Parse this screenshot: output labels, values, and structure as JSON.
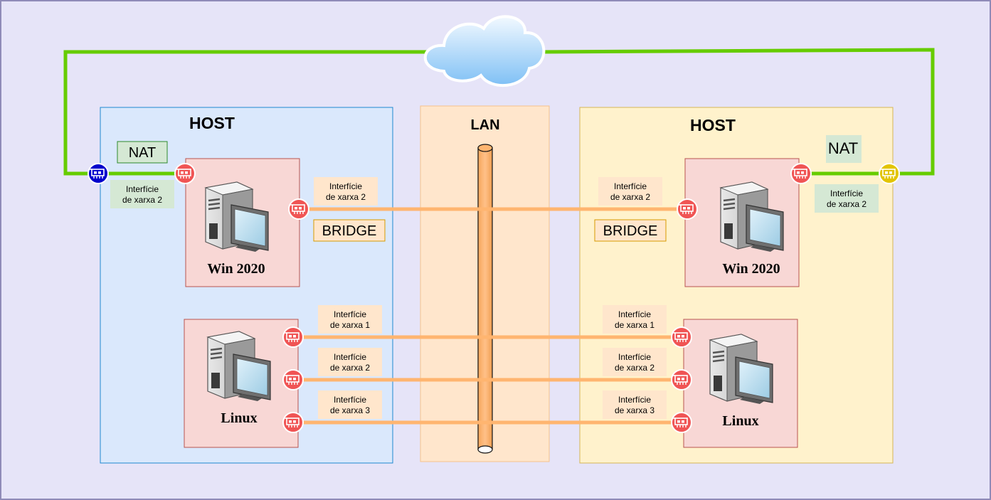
{
  "colors": {
    "background": "#E6E4F8",
    "border": "#8F8BB8",
    "host_left_fill": "#DAE8FC",
    "host_left_stroke": "#1E88D0",
    "host_right_fill": "#FFF2CC",
    "host_right_stroke": "#D6B656",
    "lan_fill": "#FFE6CC",
    "lan_stroke": "#F5C28C",
    "vm_fill": "#F8D7D5",
    "vm_stroke": "#B85450",
    "link_orange": "#FFB570",
    "link_green": "#66CC00",
    "nic_red": "#F05454",
    "nic_blue": "#0000CC",
    "nic_yellow": "#E2C400",
    "note_green": "#D5E8D4",
    "note_orange": "#FFE6CC"
  },
  "left_host": {
    "title": "HOST",
    "nat_label": "NAT",
    "nat_note": [
      "Interfície",
      "de xarxa 2"
    ],
    "win": {
      "name": "Win 2020",
      "icon": "workstation-icon",
      "bridge_label": "BRIDGE",
      "iface_note": [
        "Interfície",
        "de xarxa 2"
      ]
    },
    "linux": {
      "name": "Linux",
      "icon": "workstation-icon",
      "iface_notes": [
        [
          "Interfície",
          "de xarxa 1"
        ],
        [
          "Interfície",
          "de xarxa 2"
        ],
        [
          "Interfície",
          "de xarxa 3"
        ]
      ]
    }
  },
  "lan": {
    "title": "LAN",
    "icon": "cable-bus-icon"
  },
  "right_host": {
    "title": "HOST",
    "nat_label": "NAT",
    "nat_note": [
      "Interfície",
      "de xarxa 2"
    ],
    "win": {
      "name": "Win 2020",
      "icon": "workstation-icon",
      "bridge_label": "BRIDGE",
      "iface_note": [
        "Interfície",
        "de xarxa 2"
      ]
    },
    "linux": {
      "name": "Linux",
      "icon": "workstation-icon",
      "iface_notes": [
        [
          "Interfície",
          "de xarxa 1"
        ],
        [
          "Interfície",
          "de xarxa 2"
        ],
        [
          "Interfície",
          "de xarxa 3"
        ]
      ]
    }
  },
  "internet": {
    "icon": "cloud-icon"
  },
  "nic_icon": "network-card-icon"
}
